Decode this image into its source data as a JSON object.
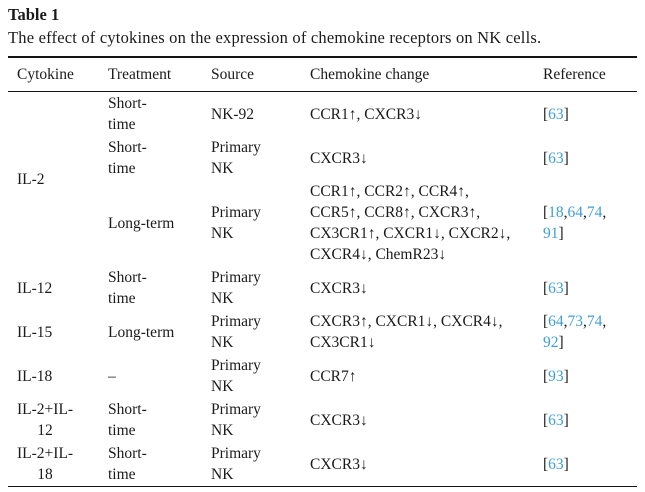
{
  "caption": {
    "label": "Table 1",
    "text": "The effect of cytokines on the expression of chemokine receptors on NK cells."
  },
  "colors": {
    "link_blue": "#3e9ed8",
    "text": "#1b1b1b",
    "rule_black": "#141414",
    "background": "#ffffff"
  },
  "table": {
    "headers": [
      "Cytokine",
      "Treatment",
      "Source",
      "Chemokine change",
      "Reference"
    ],
    "rows": [
      {
        "cytokine": "IL-2",
        "treatment": [
          "Short-",
          "time"
        ],
        "source": "NK-92",
        "chemokine_change": "CCR1↑, CXCR3↓",
        "references": [
          [
            "63"
          ]
        ]
      },
      {
        "treatment": [
          "Short-",
          "time"
        ],
        "source": [
          "Primary",
          "NK"
        ],
        "chemokine_change": "CXCR3↓",
        "references": [
          [
            "63"
          ]
        ]
      },
      {
        "treatment": "Long-term",
        "source": [
          "Primary",
          "NK"
        ],
        "chemokine_change": [
          "CCR1↑, CCR2↑, CCR4↑,",
          "CCR5↑, CCR8↑, CXCR3↑,",
          "CX3CR1↑, CXCR1↓, CXCR2↓,",
          "CXCR4↓, ChemR23↓"
        ],
        "references": [
          [
            "18",
            "64",
            "74"
          ],
          [
            "91"
          ]
        ]
      },
      {
        "cytokine": "IL-12",
        "treatment": [
          "Short-",
          "time"
        ],
        "source": [
          "Primary",
          "NK"
        ],
        "chemokine_change": "CXCR3↓",
        "references": [
          [
            "63"
          ]
        ]
      },
      {
        "cytokine": "IL-15",
        "treatment": "Long-term",
        "source": [
          "Primary",
          "NK"
        ],
        "chemokine_change": [
          "CXCR3↑, CXCR1↓, CXCR4↓,",
          "CX3CR1↓"
        ],
        "references": [
          [
            "64",
            "73",
            "74"
          ],
          [
            "92"
          ]
        ]
      },
      {
        "cytokine": "IL-18",
        "treatment": "–",
        "source": [
          "Primary",
          "NK"
        ],
        "chemokine_change": "CCR7↑",
        "references": [
          [
            "93"
          ]
        ]
      },
      {
        "cytokine": [
          "IL-2+IL-",
          "12"
        ],
        "treatment": [
          "Short-",
          "time"
        ],
        "source": [
          "Primary",
          "NK"
        ],
        "chemokine_change": "CXCR3↓",
        "references": [
          [
            "63"
          ]
        ]
      },
      {
        "cytokine": [
          "IL-2+IL-",
          "18"
        ],
        "treatment": [
          "Short-",
          "time"
        ],
        "source": [
          "Primary",
          "NK"
        ],
        "chemokine_change": "CXCR3↓",
        "references": [
          [
            "63"
          ]
        ]
      }
    ]
  }
}
